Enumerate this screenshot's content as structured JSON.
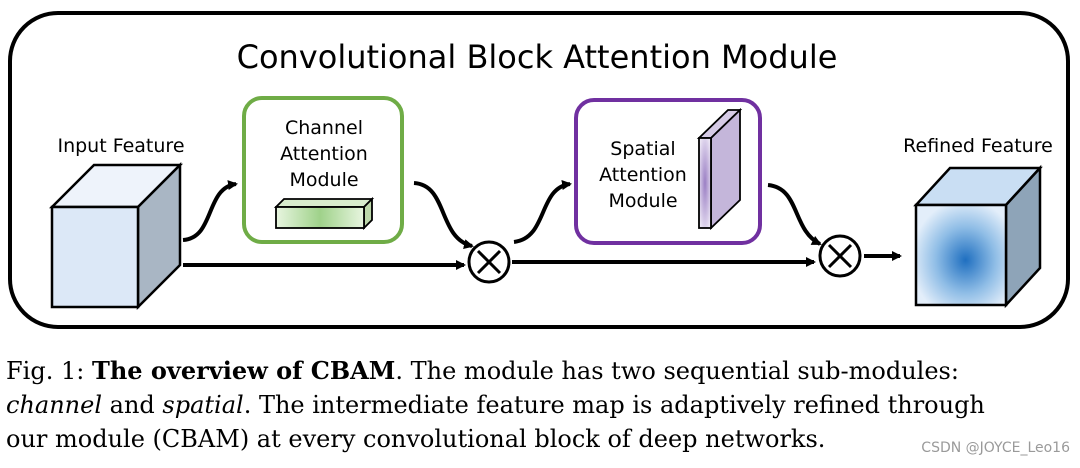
{
  "diagram": {
    "title": "Convolutional Block Attention Module",
    "input_label": "Input Feature",
    "channel_module": [
      "Channel",
      "Attention",
      "Module"
    ],
    "spatial_module": [
      "Spatial",
      "Attention",
      "Module"
    ],
    "output_label": "Refined Feature",
    "colors": {
      "channel_border": "#6fac46",
      "spatial_border": "#7030a0",
      "cube_input": "#dce8f7",
      "cube_output": "#1f6fc0"
    }
  },
  "caption": {
    "fig_label": "Fig. 1:",
    "bold": "The overview of CBAM",
    "line1_rest": ". The module has two sequential sub-modules:",
    "italic_channel": "channel",
    "and_word": " and ",
    "italic_spatial": "spatial",
    "line2_rest": ". The intermediate feature map is adaptively refined through",
    "line3": "our module (CBAM) at every convolutional block of deep networks."
  },
  "watermark": "CSDN @JOYCE_Leo16"
}
